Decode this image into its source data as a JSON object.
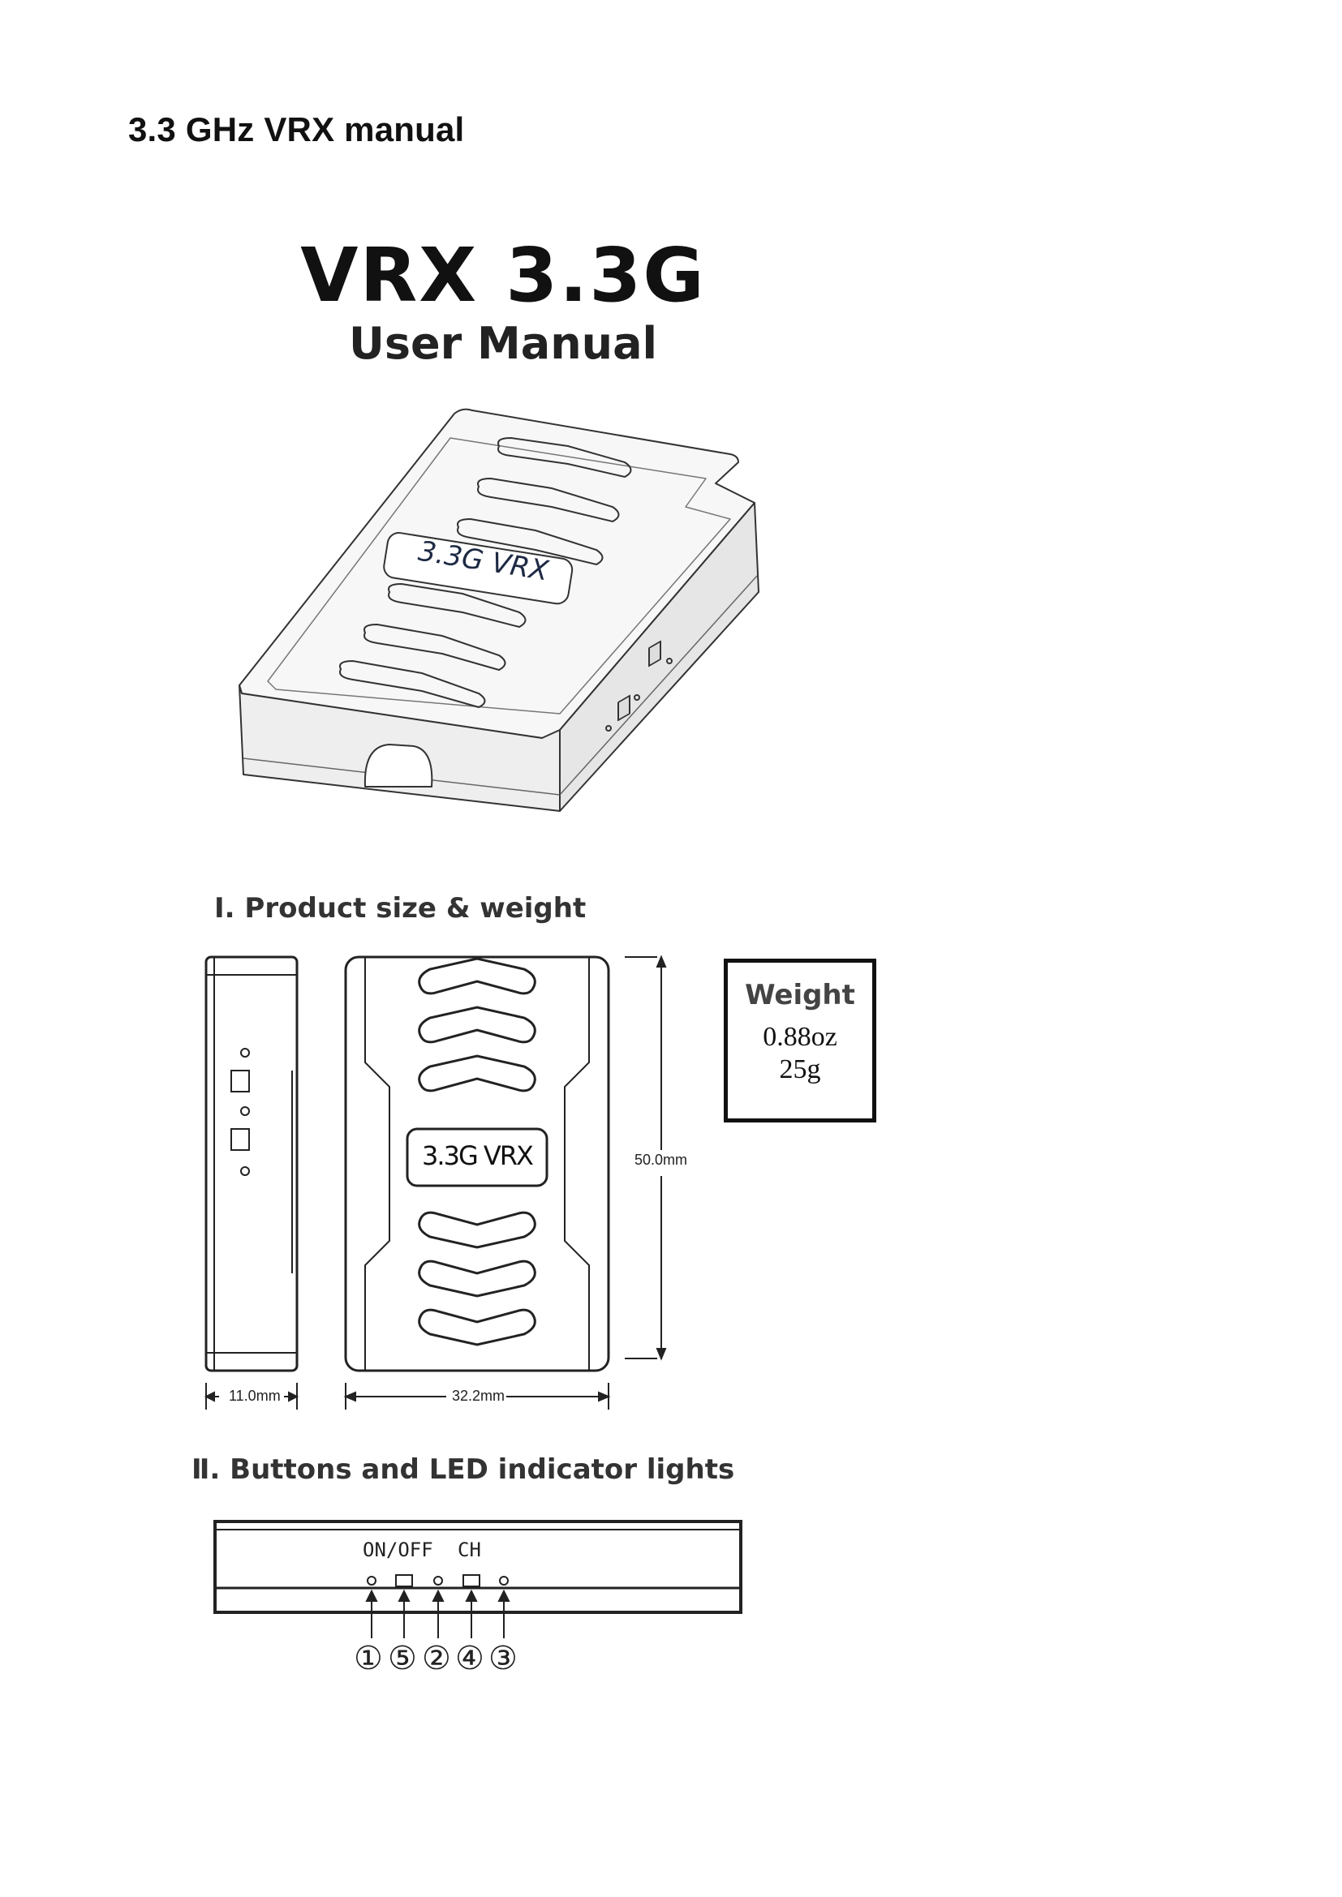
{
  "document": {
    "title": "3.3 GHz VRX manual"
  },
  "cover": {
    "heading": "VRX 3.3G",
    "subheading": "User Manual",
    "device_label": "3.3G VRX"
  },
  "section1": {
    "title": "Ⅰ. Product size & weight",
    "front_label": "3.3G VRX",
    "dim_depth": "11.0mm",
    "dim_width": "32.2mm",
    "dim_height": "50.0mm",
    "weight": {
      "label": "Weight",
      "oz": "0.88oz",
      "grams": "25g"
    }
  },
  "section2": {
    "title": "Ⅱ. Buttons and LED indicator lights",
    "panel_labels": {
      "on_off": "ON/OFF",
      "ch": "CH"
    },
    "markers": [
      "①",
      "⑤",
      "②",
      "④",
      "③"
    ]
  }
}
